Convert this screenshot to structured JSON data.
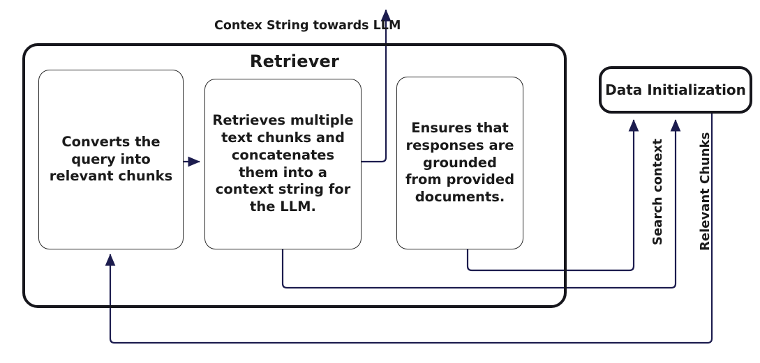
{
  "diagram": {
    "title": "Retriever",
    "nodes": {
      "container": {
        "label": "Retriever"
      },
      "box_1": {
        "text": "Converts the query into relevant chunks"
      },
      "box_2": {
        "text": "Retrieves multiple text chunks and concatenates them into a context string for the LLM."
      },
      "box_3": {
        "text": "Ensures that responses are grounded from provided documents."
      },
      "data_init": {
        "label": "Data Initialization"
      }
    },
    "edges": {
      "context_to_llm": {
        "label": "Contex String towards LLM"
      },
      "search_context": {
        "label": "Search context"
      },
      "relevant_chunks": {
        "label": "Relevant Chunks"
      }
    },
    "colors": {
      "wire": "#1c1c4e",
      "box_border": "#2a2a2a",
      "container_border": "#16161c",
      "text": "#1a1a1a",
      "background": "#ffffff"
    }
  }
}
